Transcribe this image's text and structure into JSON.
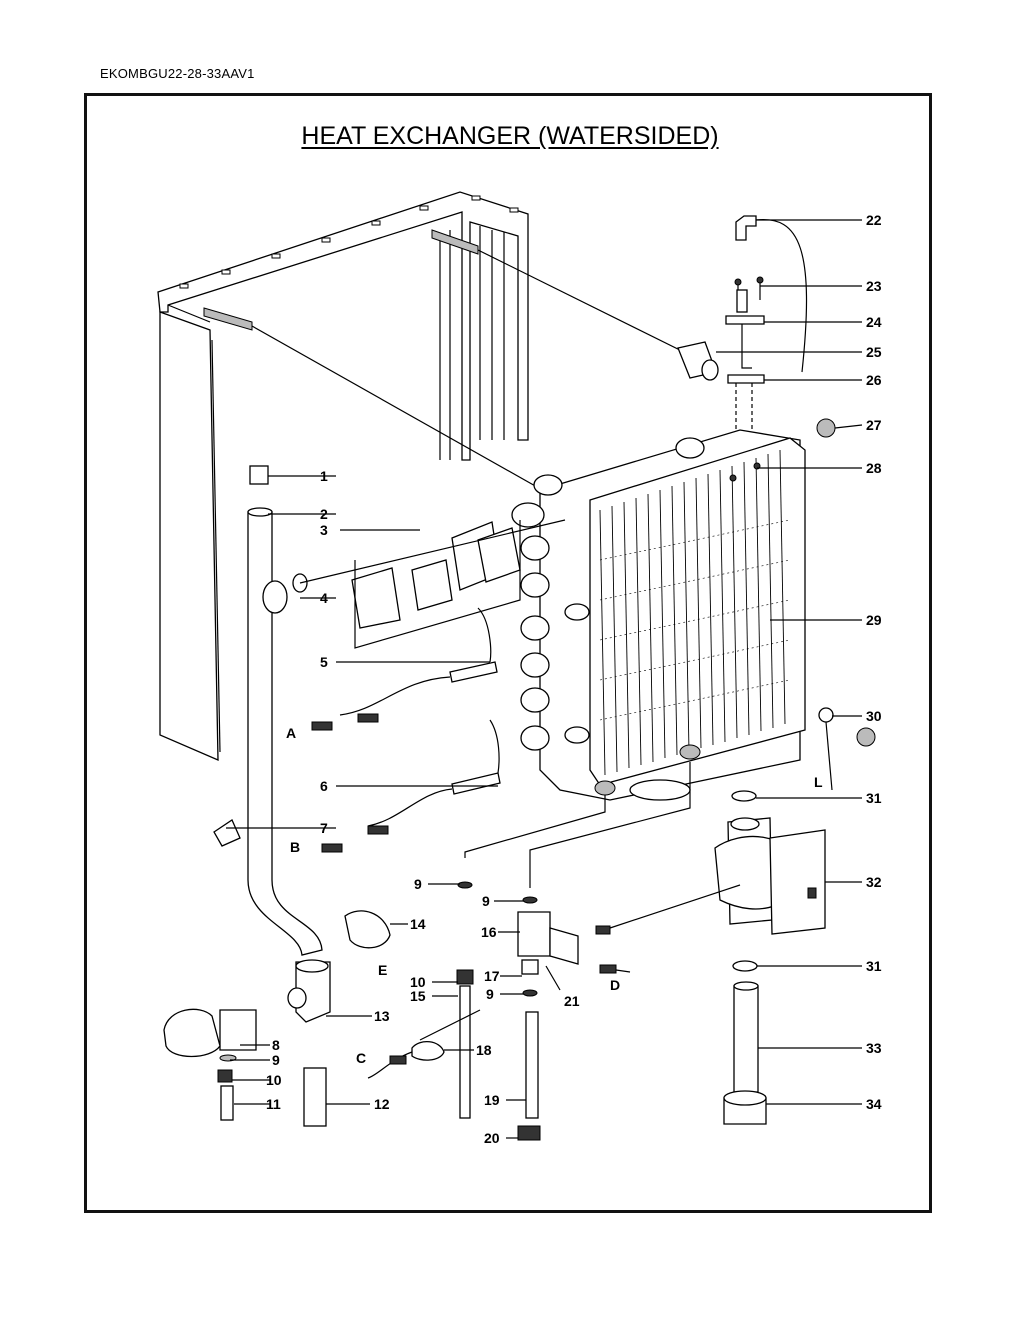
{
  "document_code": "EKOMBGU22-28-33AAV1",
  "title": "HEAT EXCHANGER (WATERSIDED)",
  "callouts": [
    {
      "label": "22"
    },
    {
      "label": "23"
    },
    {
      "label": "24"
    },
    {
      "label": "25"
    },
    {
      "label": "26"
    },
    {
      "label": "27"
    },
    {
      "label": "28"
    },
    {
      "label": "29"
    },
    {
      "label": "30"
    },
    {
      "label": "31"
    },
    {
      "label": "32"
    },
    {
      "label": "31"
    },
    {
      "label": "33"
    },
    {
      "label": "34"
    },
    {
      "label": "1"
    },
    {
      "label": "2"
    },
    {
      "label": "3"
    },
    {
      "label": "4"
    },
    {
      "label": "5"
    },
    {
      "label": "6"
    },
    {
      "label": "7"
    },
    {
      "label": "9"
    },
    {
      "label": "9"
    },
    {
      "label": "16"
    },
    {
      "label": "14"
    },
    {
      "label": "17"
    },
    {
      "label": "9"
    },
    {
      "label": "10"
    },
    {
      "label": "15"
    },
    {
      "label": "21"
    },
    {
      "label": "13"
    },
    {
      "label": "8"
    },
    {
      "label": "9"
    },
    {
      "label": "10"
    },
    {
      "label": "11"
    },
    {
      "label": "12"
    },
    {
      "label": "18"
    },
    {
      "label": "19"
    },
    {
      "label": "20"
    }
  ],
  "connector_letters": [
    {
      "label": "A"
    },
    {
      "label": "B"
    },
    {
      "label": "C"
    },
    {
      "label": "D"
    },
    {
      "label": "E"
    },
    {
      "label": "L"
    }
  ]
}
